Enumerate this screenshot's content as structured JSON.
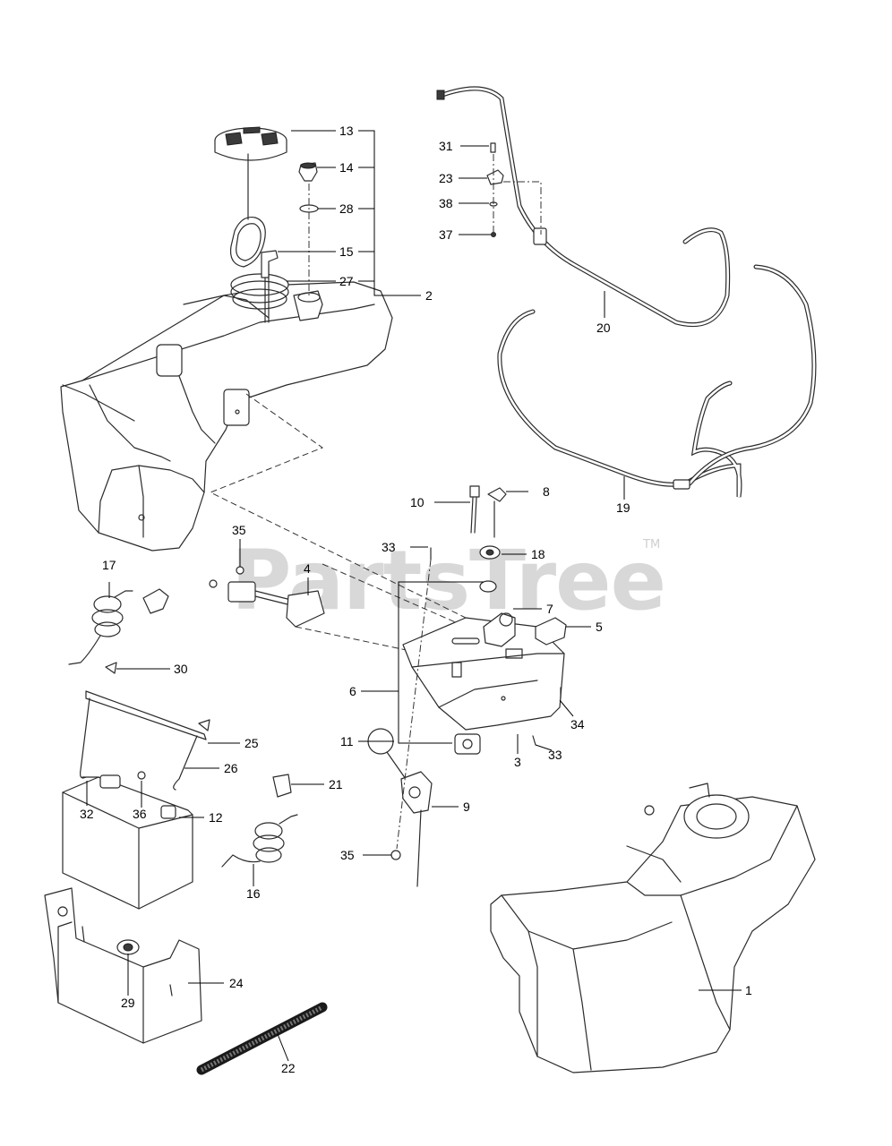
{
  "watermark": {
    "text": "PartsTree",
    "trademark": "TM"
  },
  "callouts": {
    "c1": "1",
    "c2": "2",
    "c3": "3",
    "c4": "4",
    "c5": "5",
    "c6": "6",
    "c7": "7",
    "c8": "8",
    "c9": "9",
    "c10": "10",
    "c11": "11",
    "c12": "12",
    "c13": "13",
    "c14": "14",
    "c15": "15",
    "c16": "16",
    "c17": "17",
    "c18": "18",
    "c19": "19",
    "c20": "20",
    "c21": "21",
    "c22": "22",
    "c23": "23",
    "c24": "24",
    "c25": "25",
    "c26": "26",
    "c27": "27",
    "c28": "28",
    "c29": "29",
    "c30": "30",
    "c31": "31",
    "c32": "32",
    "c33a": "33",
    "c33b": "33",
    "c34": "34",
    "c35a": "35",
    "c35b": "35",
    "c36": "36",
    "c37": "37",
    "c38": "38"
  }
}
